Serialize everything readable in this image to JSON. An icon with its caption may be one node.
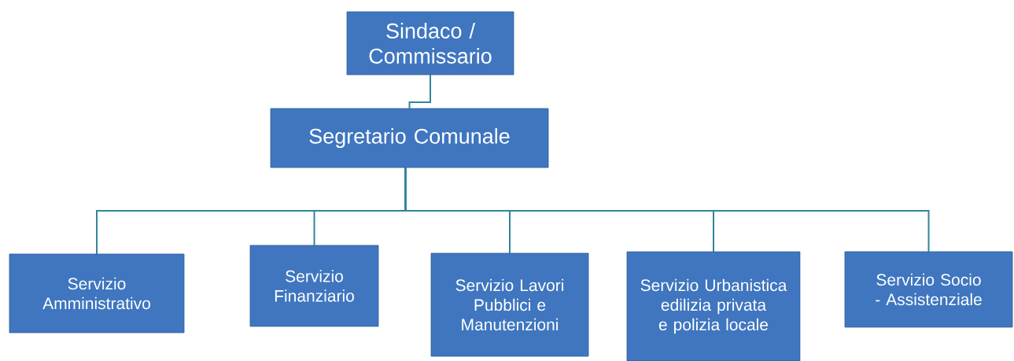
{
  "diagram": {
    "nodes": [
      {
        "text": [
          "Sindaco / Commissario"
        ]
      },
      {
        "text": [
          "Segretario Comunale"
        ]
      },
      {
        "text": [
          "Servizio Amministrativo"
        ]
      },
      {
        "text": [
          "Servizio Finanziario"
        ]
      },
      {
        "text": [
          "Servizio Lavori Pubblici e Manutenzioni"
        ]
      },
      {
        "text": [
          "Servizio Urbanistica edilizia privata e polizia locale"
        ]
      },
      {
        "text": [
          "Servizio Socio - Assistenziale"
        ]
      }
    ],
    "edges": [
      {
        "from": 0,
        "to": 1,
        "arrow": "none"
      },
      {
        "from": 1,
        "to": 2,
        "arrow": "none"
      },
      {
        "from": 1,
        "to": 3,
        "arrow": "none"
      },
      {
        "from": 1,
        "to": 4,
        "arrow": "none"
      },
      {
        "from": 1,
        "to": 5,
        "arrow": "none"
      },
      {
        "from": 1,
        "to": 6,
        "arrow": "none"
      }
    ]
  }
}
